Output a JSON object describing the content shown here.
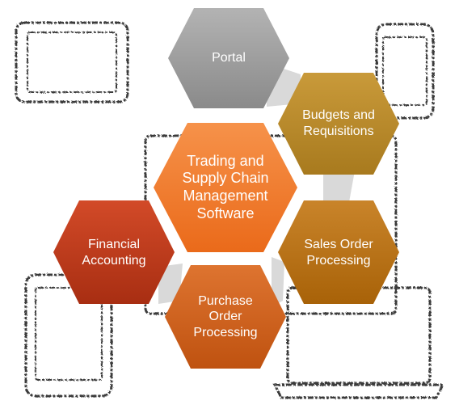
{
  "nodes": {
    "portal": {
      "label": "Portal",
      "color": "#9a9a9a"
    },
    "budgets": {
      "label": "Budgets and\nRequisitions",
      "color": "#b8892a"
    },
    "trading": {
      "label": "Trading and\nSupply Chain\nManagement\nSoftware",
      "color": "#f07a2a"
    },
    "sales": {
      "label": "Sales Order\nProcessing",
      "color": "#b8710f"
    },
    "financial": {
      "label": "Financial\nAccounting",
      "color": "#c03a1c"
    },
    "purchase": {
      "label": "Purchase\nOrder\nProcessing",
      "color": "#d05e18"
    }
  },
  "background": {
    "device_outline_color": "#3a3a3a",
    "connector_color": "#d9d9d9"
  }
}
